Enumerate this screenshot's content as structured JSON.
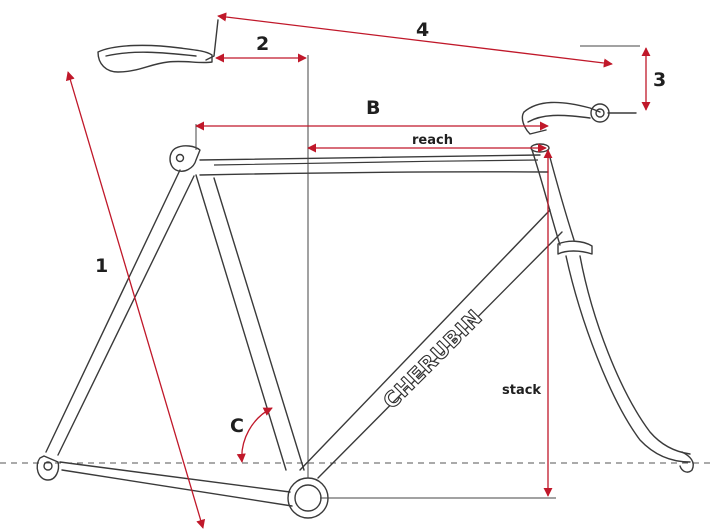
{
  "labels": {
    "one": "1",
    "two": "2",
    "three": "3",
    "four": "4",
    "b": "B",
    "c": "C",
    "reach": "reach",
    "stack": "stack"
  },
  "brand": "CHERUBIN",
  "colors": {
    "dimension": "#c0182a",
    "frame": "#3a3a3a"
  }
}
